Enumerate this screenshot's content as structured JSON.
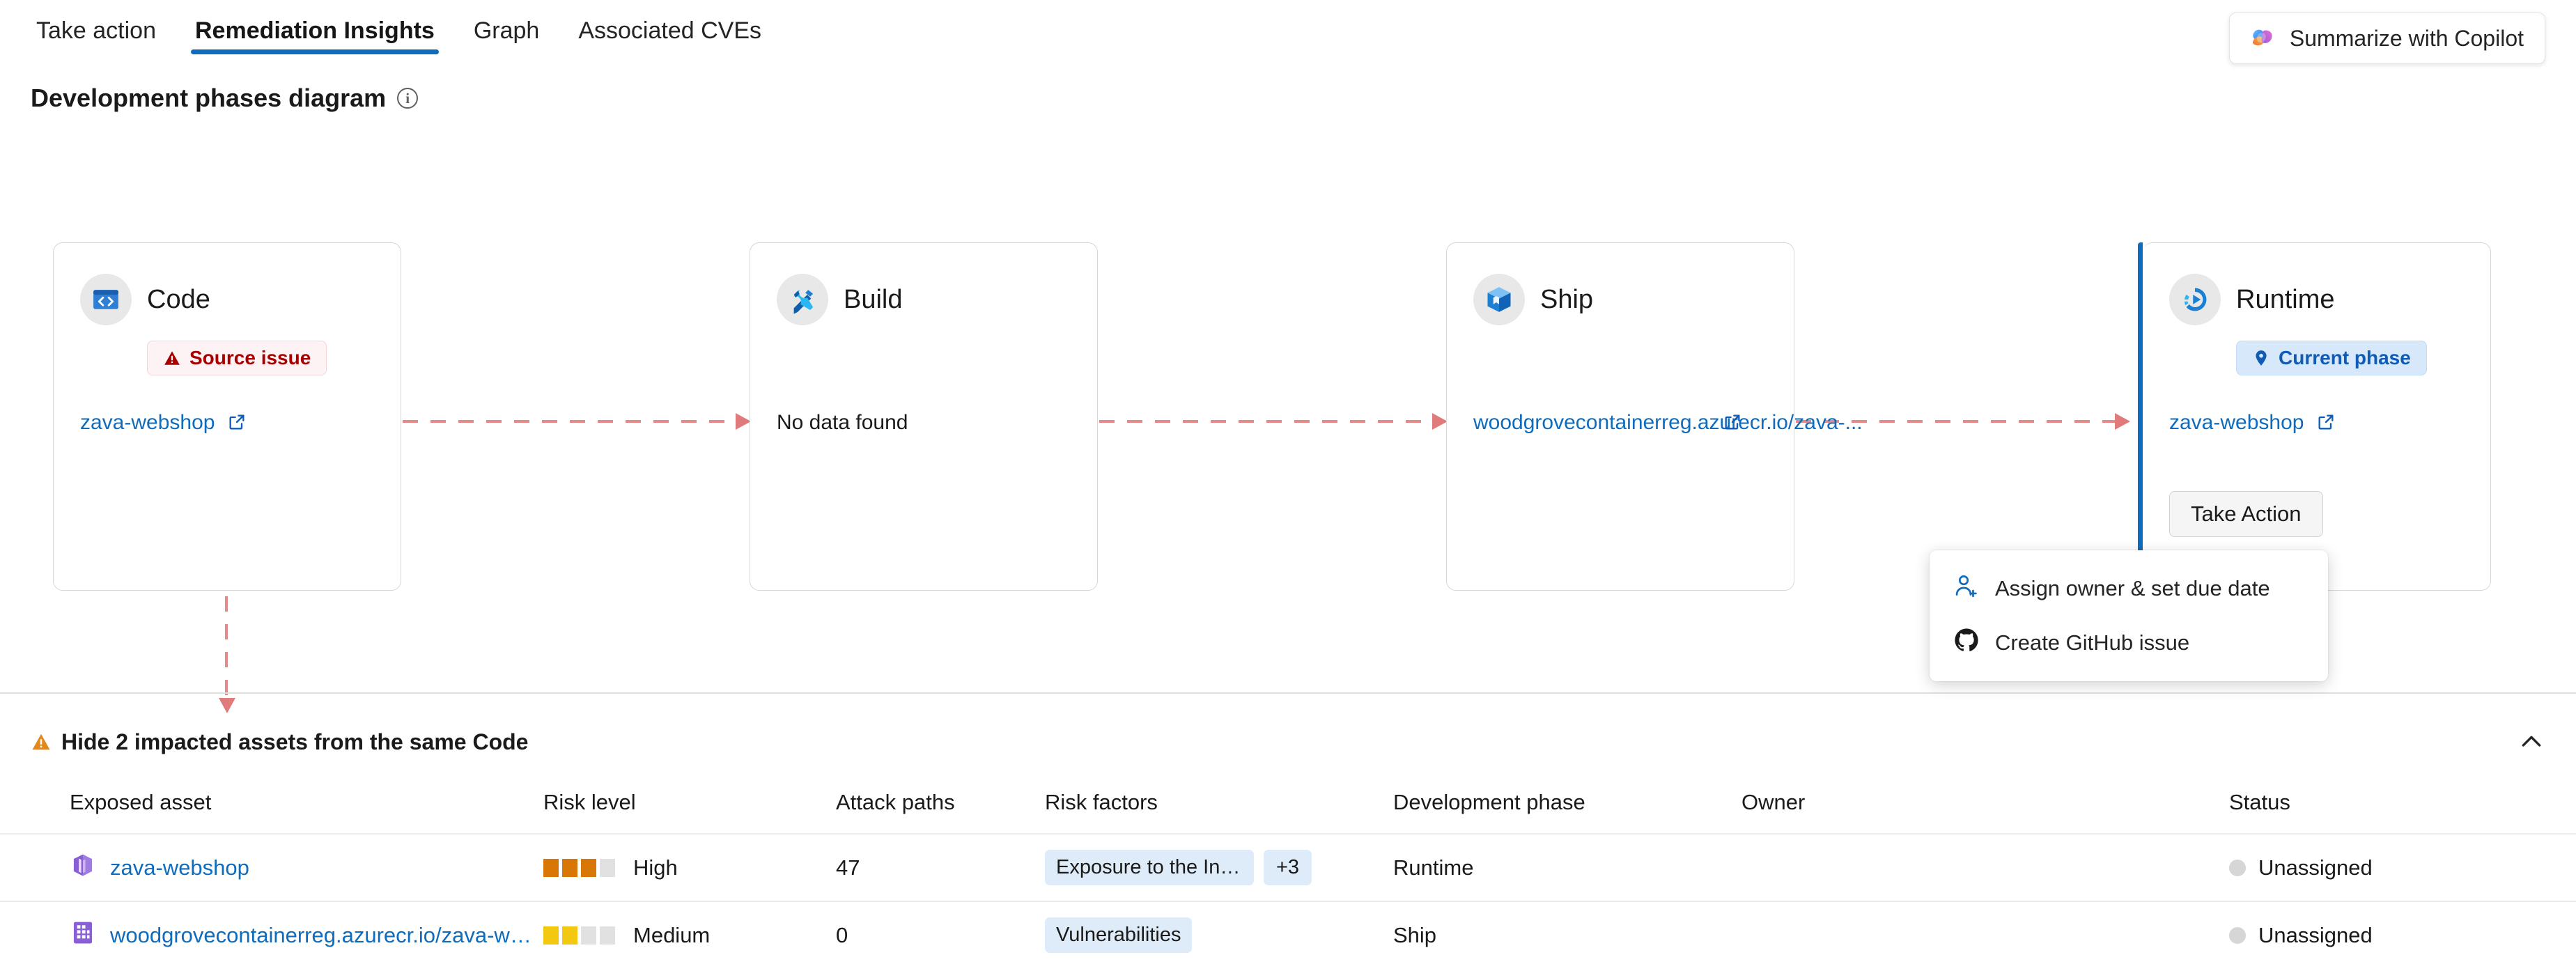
{
  "tabs": [
    {
      "label": "Take action",
      "active": false
    },
    {
      "label": "Remediation Insights",
      "active": true
    },
    {
      "label": "Graph",
      "active": false
    },
    {
      "label": "Associated CVEs",
      "active": false
    }
  ],
  "copilot": {
    "label": "Summarize with Copilot",
    "icon": "copilot-icon"
  },
  "section": {
    "title": "Development phases diagram",
    "info_icon": "info-icon"
  },
  "phases": [
    {
      "id": "code",
      "title": "Code",
      "icon": "code-window-icon",
      "badge": {
        "text": "Source issue",
        "type": "source",
        "icon": "warning-triangle-icon"
      },
      "link": {
        "text": "zava-webshop",
        "is_link": true,
        "external_icon": "external-link-icon"
      },
      "current": false
    },
    {
      "id": "build",
      "title": "Build",
      "icon": "tools-icon",
      "badge": null,
      "link": {
        "text": "No data found",
        "is_link": false,
        "external_icon": null
      },
      "current": false
    },
    {
      "id": "ship",
      "title": "Ship",
      "icon": "package-box-icon",
      "badge": null,
      "link": {
        "text": "woodgrovecontainerreg.azurecr.io/zava-...",
        "is_link": true,
        "external_icon": "external-link-icon"
      },
      "current": false
    },
    {
      "id": "runtime",
      "title": "Runtime",
      "icon": "runtime-play-icon",
      "badge": {
        "text": "Current phase",
        "type": "phase",
        "icon": "location-pin-icon"
      },
      "link": {
        "text": "zava-webshop",
        "is_link": true,
        "external_icon": "external-link-icon"
      },
      "current": true,
      "action_button": "Take Action"
    }
  ],
  "dropdown": {
    "items": [
      {
        "label": "Assign owner & set due date",
        "icon": "person-add-icon"
      },
      {
        "label": "Create GitHub issue",
        "icon": "github-icon"
      }
    ]
  },
  "impacted": {
    "toggle_label": "Hide 2 impacted assets from the same Code",
    "warning_icon": "warning-triangle-icon",
    "collapse_icon": "chevron-up-icon"
  },
  "table": {
    "columns": [
      "Exposed asset",
      "Risk level",
      "Attack paths",
      "Risk factors",
      "Development phase",
      "Owner",
      "Status"
    ],
    "rows": [
      {
        "asset": "zava-webshop",
        "asset_icon": "cube-purple-icon",
        "risk_level": "High",
        "risk_filled": 3,
        "risk_total": 4,
        "risk_color": "#d97706",
        "attack_paths": "47",
        "risk_factors": [
          "Exposure to the Inter..."
        ],
        "risk_factors_more": "+3",
        "development_phase": "Runtime",
        "owner": "",
        "status": "Unassigned"
      },
      {
        "asset": "woodgrovecontainerreg.azurecr.io/zava-web...",
        "asset_icon": "registry-purple-icon",
        "risk_level": "Medium",
        "risk_filled": 2,
        "risk_total": 4,
        "risk_color": "#f2c811",
        "attack_paths": "0",
        "risk_factors": [
          "Vulnerabilities"
        ],
        "risk_factors_more": "",
        "development_phase": "Ship",
        "owner": "",
        "status": "Unassigned"
      }
    ]
  },
  "colors": {
    "accent": "#0f6cbd",
    "arrow": "#e07b7b",
    "source_issue": "#a80000",
    "warning": "#e3891a",
    "chip_bg": "#deecf9"
  }
}
